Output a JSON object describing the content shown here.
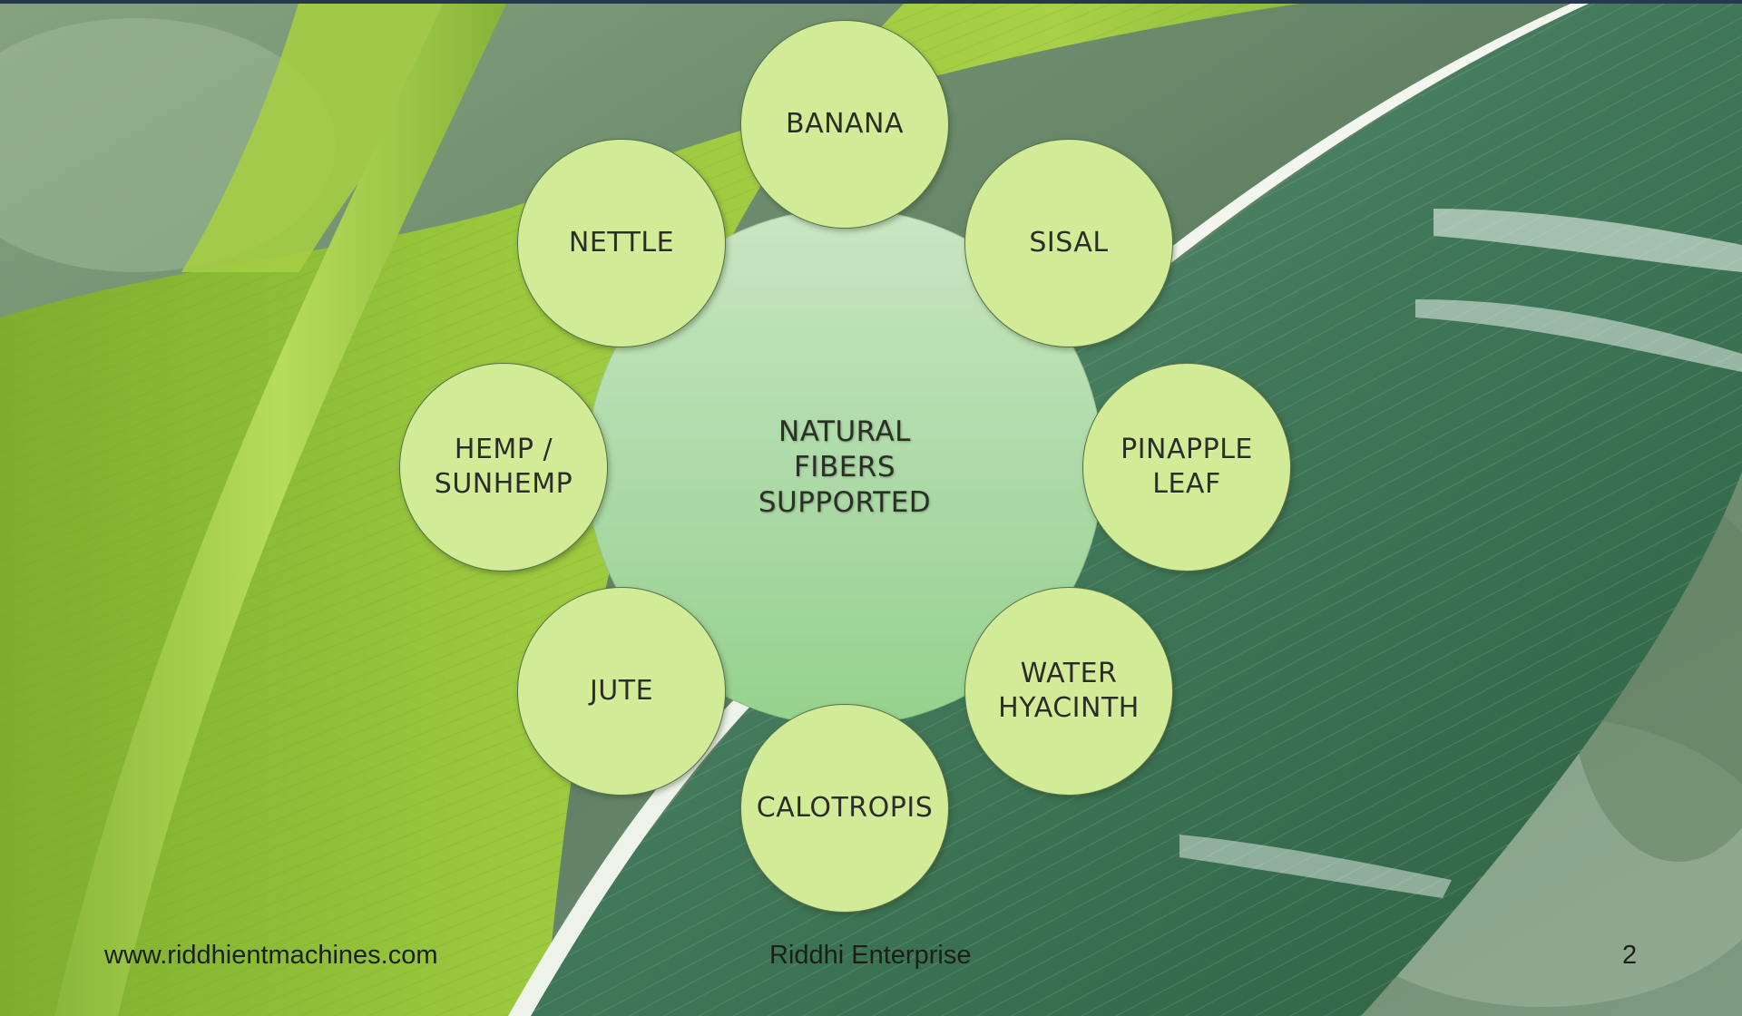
{
  "diagram": {
    "center_label": "NATURAL\nFIBERS\nSUPPORTED",
    "fibers": [
      {
        "label": "BANANA"
      },
      {
        "label": "SISAL"
      },
      {
        "label": "PINAPPLE\nLEAF"
      },
      {
        "label": "WATER\nHYACINTH"
      },
      {
        "label": "CALOTROPIS"
      },
      {
        "label": "JUTE"
      },
      {
        "label": "HEMP /\nSUNHEMP"
      },
      {
        "label": "NETTLE"
      }
    ]
  },
  "footer": {
    "website": "www.riddhientmachines.com",
    "company": "Riddhi Enterprise",
    "page_number": "2"
  },
  "colors": {
    "fiber_fill": "#d2eb96",
    "fiber_border": "#58704a",
    "center_top": "#c9e6c2",
    "center_bottom": "#96d28e",
    "top_bar": "#24384f"
  }
}
